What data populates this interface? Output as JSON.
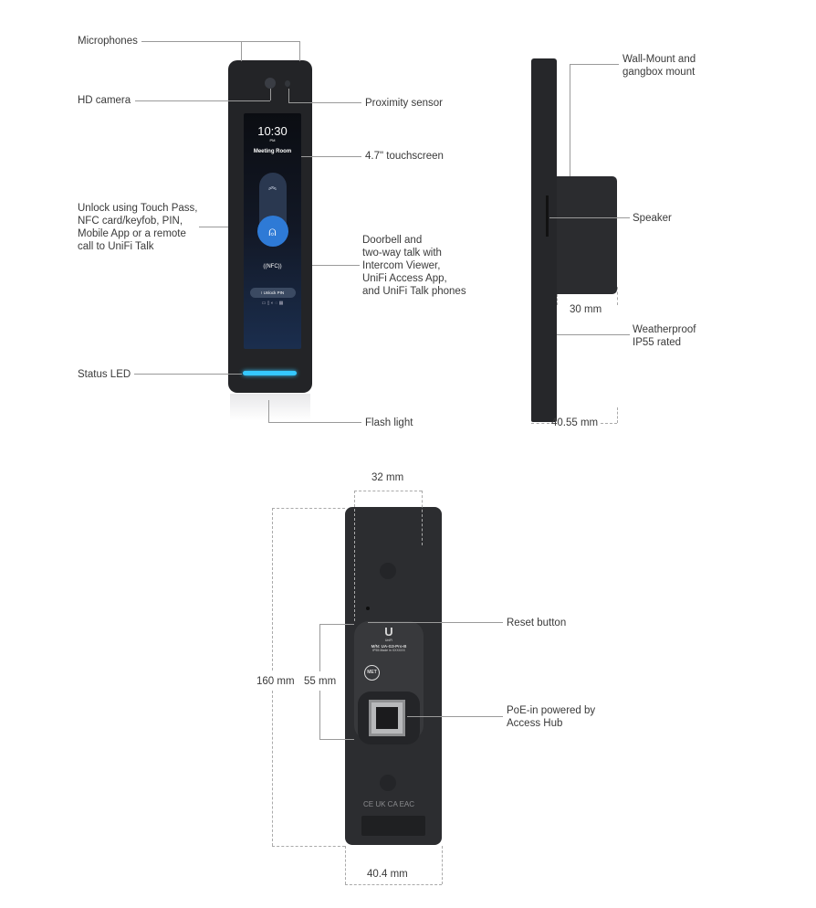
{
  "front": {
    "labels": {
      "microphones": "Microphones",
      "hd_camera": "HD camera",
      "proximity": "Proximity sensor",
      "touchscreen": "4.7\" touchscreen",
      "unlock": "Unlock using Touch Pass,\nNFC card/keyfob, PIN,\nMobile App or a remote\ncall to UniFi Talk",
      "doorbell": "Doorbell and\ntwo-way talk with\nIntercom Viewer,\nUniFi Access  App,\nand UniFi Talk phones",
      "status_led": "Status LED",
      "flash": "Flash light"
    },
    "screen": {
      "time": "10:30",
      "ampm": "PM",
      "room": "Meeting Room",
      "nfc": "NFC",
      "unlock_pin": "Unlock PIN"
    },
    "led_color": "#35c8ff"
  },
  "side": {
    "labels": {
      "mount": "Wall-Mount and\ngangbox mount",
      "speaker": "Speaker",
      "depth": "30 mm",
      "weather": "Weatherproof\nIP55 rated",
      "width": "40.55 mm"
    }
  },
  "back": {
    "labels": {
      "top_width": "32 mm",
      "height": "160 mm",
      "inner": "55 mm",
      "reset": "Reset button",
      "poe": "PoE-in powered by\nAccess Hub",
      "bottom_width": "40.4 mm"
    },
    "plate": {
      "brand": "UniFi",
      "model": "M/N: UA-G3-Pro-B",
      "line2": "IP55   Made in XXXXXX",
      "met": "MET",
      "marks": "CE UK CA EAC"
    }
  }
}
